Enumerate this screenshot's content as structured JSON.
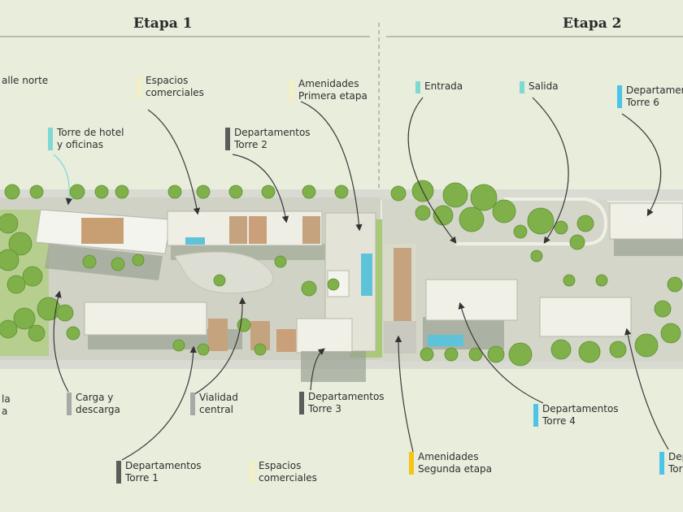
{
  "stages": [
    {
      "title": "Etapa 1"
    },
    {
      "title": "Etapa 2"
    }
  ],
  "colors": {
    "background": "#e8eddc",
    "commercial": "#f2efc4",
    "amenities_1": "#f2efc4",
    "hotel": "#7fd8d4",
    "residential_e1": "#5c5c5c",
    "service": "#a8a8a8",
    "amenities_2": "#f5c518",
    "entrance": "#7fd8d4",
    "residential_e2": "#4cc4ea"
  },
  "labels": [
    {
      "id": "calle-norte",
      "lines": [
        "alle norte"
      ],
      "color": null
    },
    {
      "id": "espacios-comerciales-top",
      "lines": [
        "Espacios",
        "comerciales"
      ],
      "color": "#f2efc4"
    },
    {
      "id": "amenidades-primera",
      "lines": [
        "Amenidades",
        "Primera etapa"
      ],
      "color": "#f2efc4"
    },
    {
      "id": "entrada",
      "lines": [
        "Entrada"
      ],
      "color": "#7fd8d4"
    },
    {
      "id": "salida",
      "lines": [
        "Salida"
      ],
      "color": "#7fd8d4"
    },
    {
      "id": "torre-6",
      "lines": [
        "Departamentos",
        "Torre 6"
      ],
      "color": "#4cc4ea"
    },
    {
      "id": "torre-hotel",
      "lines": [
        "Torre de hotel",
        "y oficinas"
      ],
      "color": "#7fd8d4"
    },
    {
      "id": "torre-2",
      "lines": [
        "Departamentos",
        "Torre 2"
      ],
      "color": "#5c5c5c"
    },
    {
      "id": "calle-sur",
      "lines": [
        "la",
        "a"
      ],
      "color": null
    },
    {
      "id": "carga-descarga",
      "lines": [
        "Carga y",
        "descarga"
      ],
      "color": "#a8a8a8"
    },
    {
      "id": "vialidad-central",
      "lines": [
        "Vialidad",
        "central"
      ],
      "color": "#a8a8a8"
    },
    {
      "id": "torre-3",
      "lines": [
        "Departamentos",
        "Torre 3"
      ],
      "color": "#5c5c5c"
    },
    {
      "id": "torre-4",
      "lines": [
        "Departamentos",
        "Torre 4"
      ],
      "color": "#4cc4ea"
    },
    {
      "id": "amenidades-segunda",
      "lines": [
        "Amenidades",
        "Segunda etapa"
      ],
      "color": "#f5c518"
    },
    {
      "id": "torre-1",
      "lines": [
        "Departamentos",
        "Torre 1"
      ],
      "color": "#5c5c5c"
    },
    {
      "id": "espacios-comerciales-bottom",
      "lines": [
        "Espacios",
        "comerciales"
      ],
      "color": "#f2efc4"
    },
    {
      "id": "torre-5",
      "lines": [
        "Dep",
        "Tor"
      ],
      "color": "#4cc4ea"
    }
  ]
}
